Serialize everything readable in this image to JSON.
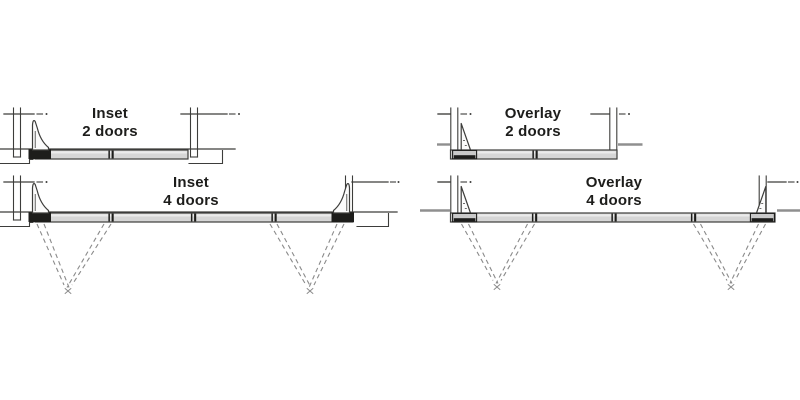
{
  "diagrams": [
    {
      "id": "inset-2",
      "title": "Inset",
      "subtitle": "2 doors"
    },
    {
      "id": "inset-4",
      "title": "Inset",
      "subtitle": "4 doors"
    },
    {
      "id": "overlay-2",
      "title": "Overlay",
      "subtitle": "2 doors"
    },
    {
      "id": "overlay-4",
      "title": "Overlay",
      "subtitle": "4 doors"
    }
  ],
  "colors": {
    "line": "#3d3d3b",
    "door-fill": "#d6d6d6",
    "dark": "#1d1d1b",
    "dashed": "#8a8a8a",
    "text": "#1d1d1b",
    "background": "#ffffff"
  }
}
